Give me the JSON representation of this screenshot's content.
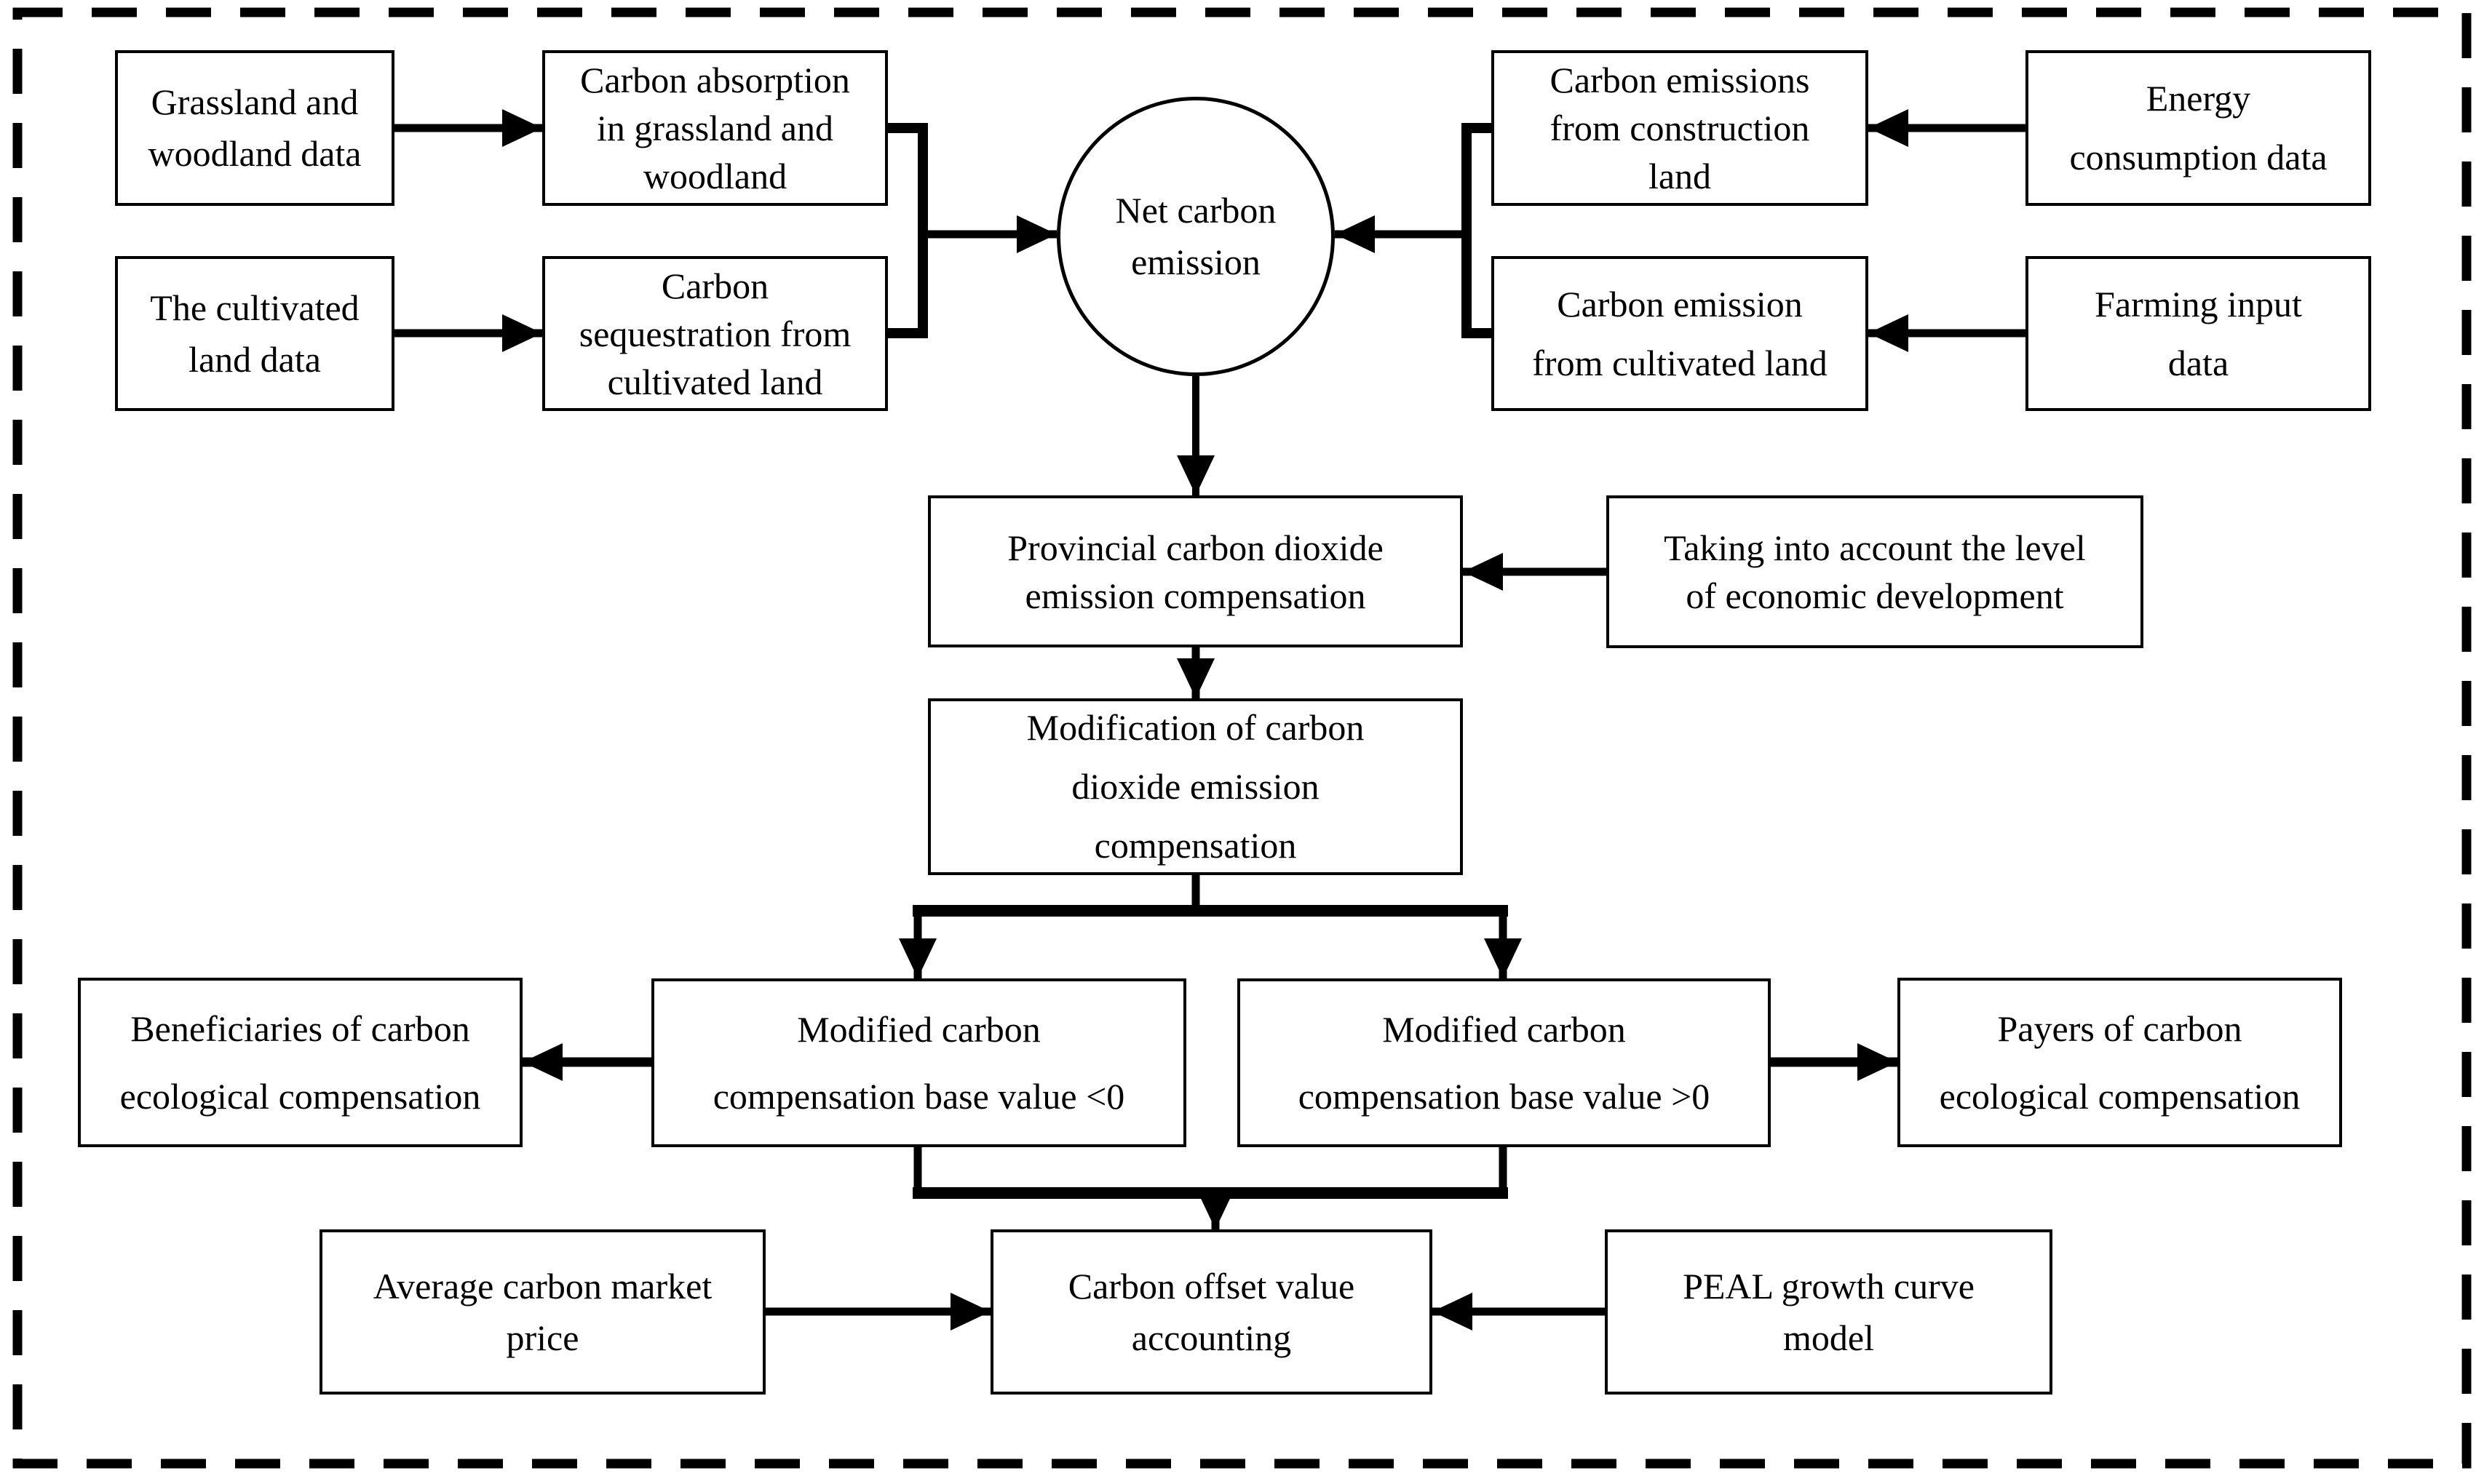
{
  "diagram": {
    "type": "flowchart",
    "background_color": "#ffffff",
    "line_color": "#000000",
    "nodes": {
      "grassland_woodland_data": {
        "label": "Grassland and\nwoodland data",
        "shape": "rect"
      },
      "carbon_absorption": {
        "label": "Carbon absorption\nin grassland and\nwoodland",
        "shape": "rect"
      },
      "cultivated_land_data": {
        "label": "The cultivated\nland data",
        "shape": "rect"
      },
      "carbon_sequestration": {
        "label": "Carbon\nsequestration from\ncultivated land",
        "shape": "rect"
      },
      "net_carbon_emission": {
        "label": "Net carbon\nemission",
        "shape": "ellipse"
      },
      "construction_emissions": {
        "label": "Carbon emissions\nfrom construction\nland",
        "shape": "rect"
      },
      "energy_consumption_data": {
        "label": "Energy\nconsumption data",
        "shape": "rect"
      },
      "cultivated_emissions": {
        "label": "Carbon emission\nfrom cultivated land",
        "shape": "rect"
      },
      "farming_input_data": {
        "label": "Farming input\ndata",
        "shape": "rect"
      },
      "provincial_compensation": {
        "label": "Provincial carbon dioxide\nemission compensation",
        "shape": "rect"
      },
      "economic_level": {
        "label": "Taking into account the level\nof economic development",
        "shape": "rect"
      },
      "modification": {
        "label": "Modification of carbon\ndioxide emission\ncompensation",
        "shape": "rect"
      },
      "beneficiaries": {
        "label": "Beneficiaries of carbon\necological compensation",
        "shape": "rect"
      },
      "base_value_negative": {
        "label": "Modified carbon\ncompensation base value <0",
        "shape": "rect"
      },
      "base_value_positive": {
        "label": "Modified carbon\ncompensation base value >0",
        "shape": "rect"
      },
      "payers": {
        "label": "Payers of carbon\necological compensation",
        "shape": "rect"
      },
      "market_price": {
        "label": "Average carbon market\nprice",
        "shape": "rect"
      },
      "offset_accounting": {
        "label": "Carbon offset value\naccounting",
        "shape": "rect"
      },
      "peal_model": {
        "label": "PEAL growth curve\nmodel",
        "shape": "rect"
      }
    },
    "edges": [
      {
        "from": "grassland_woodland_data",
        "to": "carbon_absorption"
      },
      {
        "from": "cultivated_land_data",
        "to": "carbon_sequestration"
      },
      {
        "from": "energy_consumption_data",
        "to": "construction_emissions"
      },
      {
        "from": "farming_input_data",
        "to": "cultivated_emissions"
      },
      {
        "from": "carbon_absorption",
        "to": "net_carbon_emission"
      },
      {
        "from": "carbon_sequestration",
        "to": "net_carbon_emission"
      },
      {
        "from": "construction_emissions",
        "to": "net_carbon_emission"
      },
      {
        "from": "cultivated_emissions",
        "to": "net_carbon_emission"
      },
      {
        "from": "net_carbon_emission",
        "to": "provincial_compensation"
      },
      {
        "from": "economic_level",
        "to": "provincial_compensation"
      },
      {
        "from": "provincial_compensation",
        "to": "modification"
      },
      {
        "from": "modification",
        "to": "base_value_negative"
      },
      {
        "from": "modification",
        "to": "base_value_positive"
      },
      {
        "from": "base_value_negative",
        "to": "beneficiaries"
      },
      {
        "from": "base_value_positive",
        "to": "payers"
      },
      {
        "from": "base_value_negative",
        "to": "offset_accounting"
      },
      {
        "from": "base_value_positive",
        "to": "offset_accounting"
      },
      {
        "from": "market_price",
        "to": "offset_accounting"
      },
      {
        "from": "peal_model",
        "to": "offset_accounting"
      }
    ]
  }
}
